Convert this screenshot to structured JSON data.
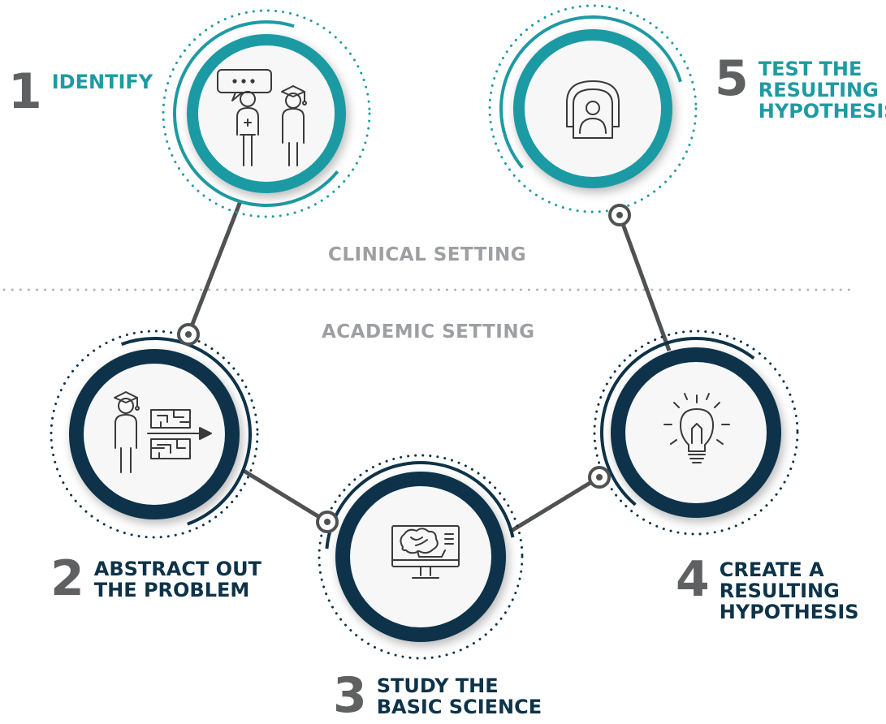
{
  "colors": {
    "teal": "#1f9aa3",
    "navy": "#0e3349",
    "connector": "#505152",
    "number_gray": "#5f6062",
    "setting_gray": "#9d9fa2",
    "icon_line": "#3a3a3a"
  },
  "settings": {
    "upper": "CLINICAL SETTING",
    "lower": "ACADEMIC SETTING"
  },
  "steps": [
    {
      "number": "1",
      "title_lines": [
        "IDENTIFY"
      ],
      "icon": "patient-and-doctor-icon",
      "setting": "clinical",
      "color": "teal"
    },
    {
      "number": "2",
      "title_lines": [
        "ABSTRACT OUT",
        "THE PROBLEM"
      ],
      "icon": "scholar-with-maze-icon",
      "setting": "academic",
      "color": "navy"
    },
    {
      "number": "3",
      "title_lines": [
        "STUDY THE",
        "BASIC SCIENCE"
      ],
      "icon": "brain-monitor-icon",
      "setting": "academic",
      "color": "navy"
    },
    {
      "number": "4",
      "title_lines": [
        "CREATE A",
        "RESULTING",
        "HYPOTHESIS"
      ],
      "icon": "lightbulb-icon",
      "setting": "academic",
      "color": "navy"
    },
    {
      "number": "5",
      "title_lines": [
        "TEST THE",
        "RESULTING",
        "HYPOTHESIS"
      ],
      "icon": "mri-scanner-icon",
      "setting": "clinical",
      "color": "teal"
    }
  ]
}
